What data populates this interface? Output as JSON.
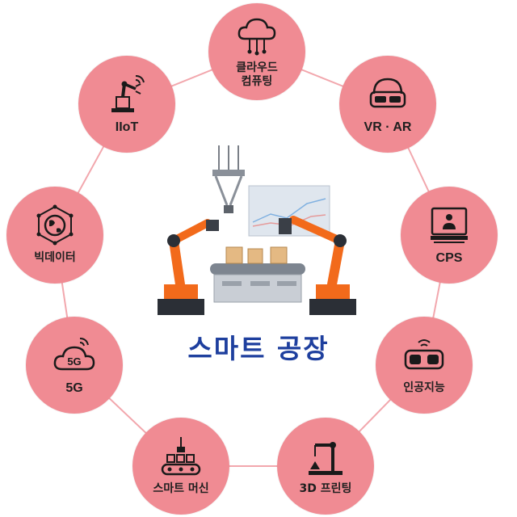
{
  "title": "스마트 공장",
  "colors": {
    "node_fill": "#f08b93",
    "ring": "#f2a7ad",
    "title": "#1e3f9e",
    "robot": "#f26a1b",
    "icon": "#1a1a1a"
  },
  "nodes": [
    {
      "id": "cloud",
      "label": "클라우드\n컴퓨팅",
      "icon": "cloud-network-icon"
    },
    {
      "id": "vrar",
      "label": "VR · AR",
      "icon": "vr-headset-icon"
    },
    {
      "id": "cps",
      "label": "CPS",
      "icon": "monitor-user-icon"
    },
    {
      "id": "ai",
      "label": "인공지능",
      "icon": "smart-glasses-icon"
    },
    {
      "id": "print3d",
      "label": "3D 프린팅",
      "icon": "3d-printer-arm-icon"
    },
    {
      "id": "machine",
      "label": "스마트 머신",
      "icon": "conveyor-machine-icon"
    },
    {
      "id": "5g",
      "label": "5G",
      "icon": "5g-cloud-icon",
      "icon_text": "5G"
    },
    {
      "id": "bigdata",
      "label": "빅데이터",
      "icon": "data-globe-icon"
    },
    {
      "id": "iiot",
      "label": "IIoT",
      "icon": "robot-arm-wifi-icon"
    }
  ]
}
